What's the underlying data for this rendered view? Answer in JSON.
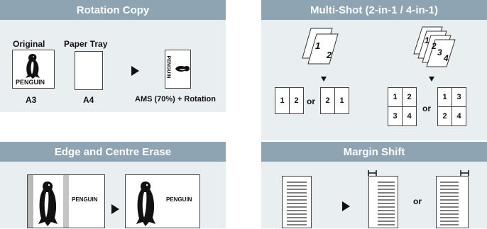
{
  "panels": {
    "rotation_copy": {
      "title": "Rotation Copy",
      "original_label": "Original",
      "tray_label": "Paper Tray",
      "original_size": "A3",
      "tray_size": "A4",
      "penguin_word": "PENGUIN",
      "result_label": "AMS (70%) + Rotation"
    },
    "multi_shot": {
      "title": "Multi-Shot (2-in-1 / 4-in-1)",
      "sheet_numbers_2": [
        "1",
        "2"
      ],
      "sheet_numbers_4": [
        "1",
        "2",
        "3",
        "4"
      ],
      "layout_2a": [
        "1",
        "2"
      ],
      "layout_2b": [
        "2",
        "1"
      ],
      "layout_4a": [
        "1",
        "2",
        "3",
        "4"
      ],
      "layout_4b": [
        "1",
        "3",
        "2",
        "4"
      ],
      "or_label": "or"
    },
    "edge_centre_erase": {
      "title": "Edge and Centre Erase",
      "penguin_word": "PENGUIN"
    },
    "margin_shift": {
      "title": "Margin Shift",
      "or_label": "or"
    }
  },
  "colors": {
    "header_bg": "#8fa4b3",
    "panel_bg": "#e9eef1"
  }
}
